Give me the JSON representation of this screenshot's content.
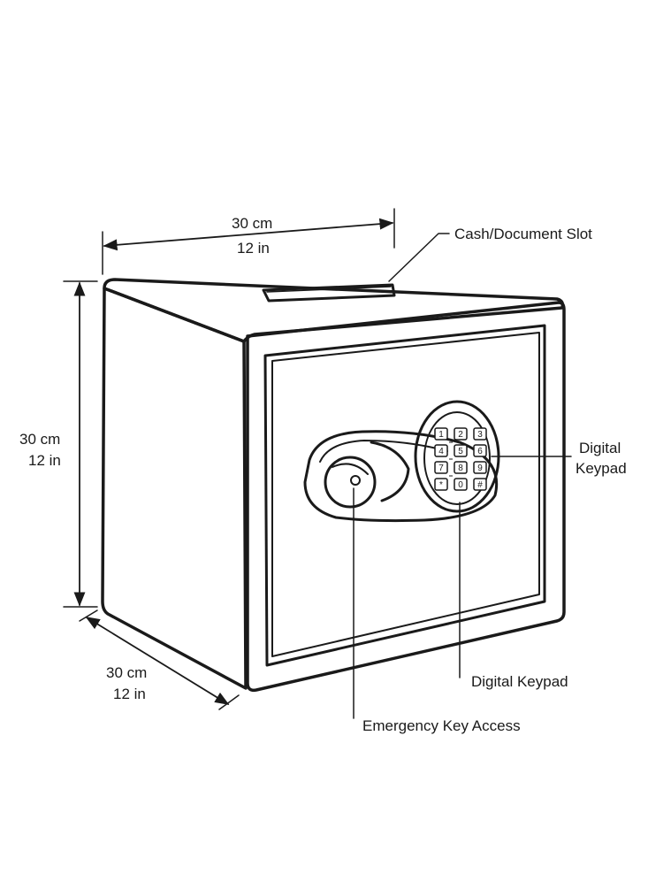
{
  "dimensions": {
    "width": {
      "metric": "30 cm",
      "imperial": "12 in"
    },
    "height": {
      "metric": "30 cm",
      "imperial": "12 in"
    },
    "depth": {
      "metric": "30 cm",
      "imperial": "12 in"
    }
  },
  "callouts": {
    "slot": "Cash/Document Slot",
    "keypad_side_line1": "Digital",
    "keypad_side_line2": "Keypad",
    "keypad_bottom": "Digital Keypad",
    "emergency_key": "Emergency Key Access"
  },
  "keypad": {
    "keys": [
      "1",
      "2",
      "3",
      "4",
      "5",
      "6",
      "7",
      "8",
      "9",
      "*",
      "0",
      "#"
    ]
  },
  "colors": {
    "line": "#1a1a1a",
    "background": "#ffffff"
  }
}
